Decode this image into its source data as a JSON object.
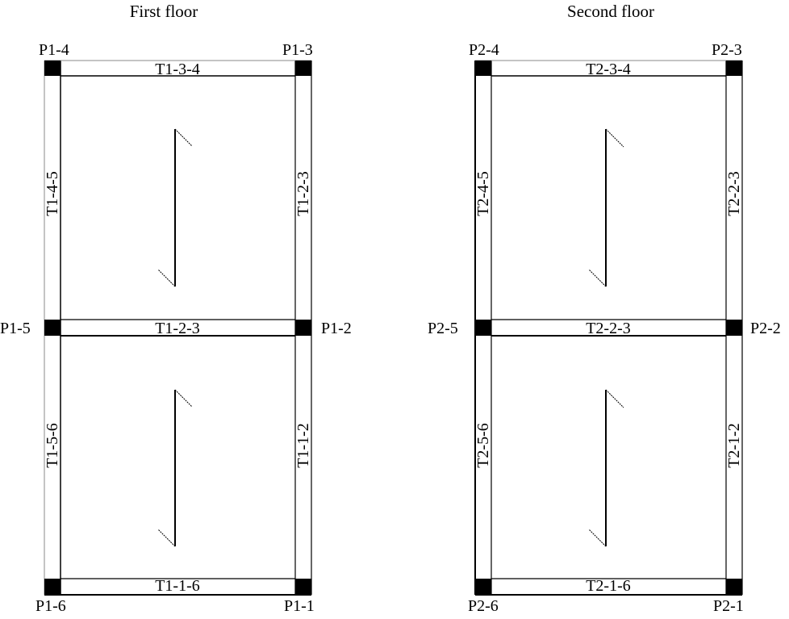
{
  "floors": [
    {
      "title": "First floor",
      "columns": {
        "p1": "P1-1",
        "p2": "P1-2",
        "p3": "P1-3",
        "p4": "P1-4",
        "p5": "P1-5",
        "p6": "P1-6"
      },
      "beams": {
        "top": "T1-3-4",
        "middle": "T1-2-3",
        "bottom": "T1-1-6",
        "left_upper": "T1-4-5",
        "left_lower": "T1-5-6",
        "right_upper": "T1-2-3",
        "right_lower": "T1-1-2"
      }
    },
    {
      "title": "Second floor",
      "columns": {
        "p1": "P2-1",
        "p2": "P2-2",
        "p3": "P2-3",
        "p4": "P2-4",
        "p5": "P2-5",
        "p6": "P2-6"
      },
      "beams": {
        "top": "T2-3-4",
        "middle": "T2-2-3",
        "bottom": "T2-1-6",
        "left_upper": "T2-4-5",
        "left_lower": "T2-5-6",
        "right_upper": "T2-2-3",
        "right_lower": "T2-1-2"
      }
    }
  ],
  "symbols": {
    "slab_span": "one-way-slab-direction-icon"
  },
  "colors": {
    "line": "#000000",
    "column_fill": "#000000",
    "background": "#ffffff"
  }
}
